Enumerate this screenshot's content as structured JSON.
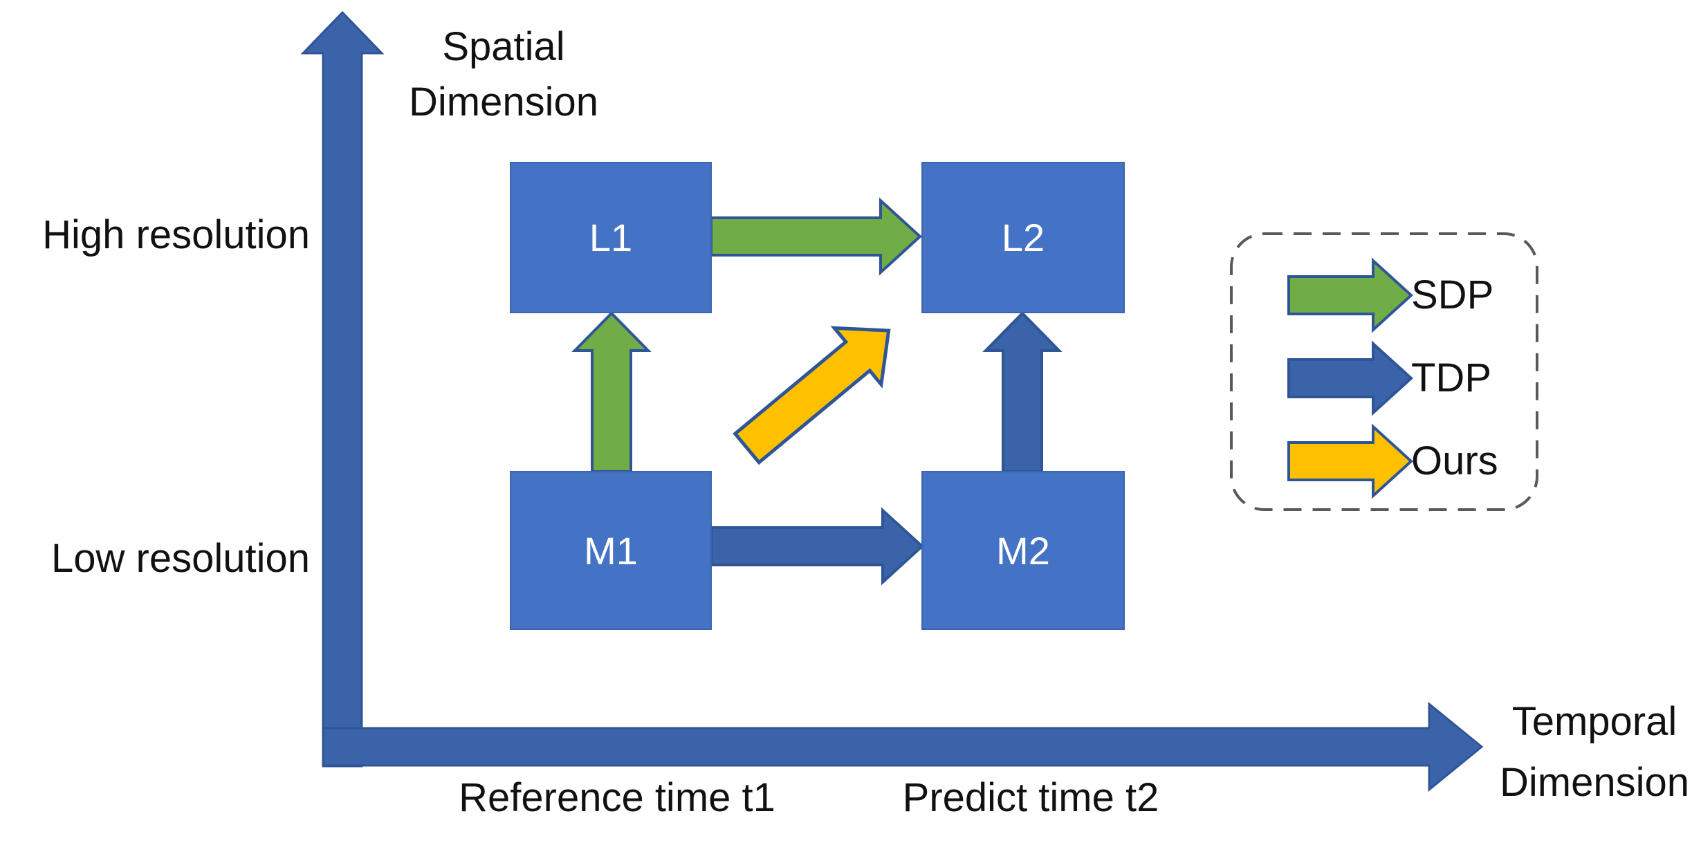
{
  "colors": {
    "background": "#ffffff",
    "node_fill": "#4472C4",
    "node_border": "#3D64AC",
    "node_text": "#ffffff",
    "sdp_green": "#70AD47",
    "tdp_blue": "#3B63A9",
    "ours_yellow": "#FFC000",
    "axis_blue": "#3B63A9",
    "arrow_outline": "#2F5597",
    "legend_border": "#595959",
    "label_text": "#111111"
  },
  "diagram": {
    "y_axis": {
      "title_line1": "Spatial",
      "title_line2": "Dimension",
      "tick_high": "High resolution",
      "tick_low": "Low resolution"
    },
    "x_axis": {
      "title_line1": "Temporal",
      "title_line2": "Dimension",
      "tick_reference": "Reference time t1",
      "tick_predict": "Predict time t2"
    },
    "nodes": [
      {
        "id": "L1",
        "label": "L1"
      },
      {
        "id": "L2",
        "label": "L2"
      },
      {
        "id": "M1",
        "label": "M1"
      },
      {
        "id": "M2",
        "label": "M2"
      }
    ],
    "arrows": [
      {
        "type": "SDP",
        "from": "L1",
        "to": "L2"
      },
      {
        "type": "SDP",
        "from": "M1",
        "to": "L1"
      },
      {
        "type": "TDP",
        "from": "M1",
        "to": "M2"
      },
      {
        "type": "TDP",
        "from": "M2",
        "to": "L2"
      },
      {
        "type": "Ours",
        "from": "M1",
        "to": "L2"
      }
    ],
    "legend": {
      "items": [
        {
          "label": "SDP",
          "color": "#70AD47"
        },
        {
          "label": "TDP",
          "color": "#3B63A9"
        },
        {
          "label": "Ours",
          "color": "#FFC000"
        }
      ]
    }
  }
}
